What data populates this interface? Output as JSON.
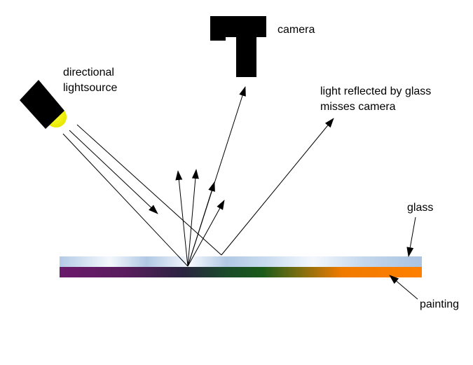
{
  "labels": {
    "light_source_line1": "directional",
    "light_source_line2": "lightsource",
    "camera": "camera",
    "reflection_line1": "light reflected by glass",
    "reflection_line2": "misses camera",
    "glass": "glass",
    "painting": "painting"
  },
  "colors": {
    "glass_edge": "#b0c8e4",
    "glass_center": "#f4f8fd",
    "painting_purple": "#6a1a6a",
    "painting_dark": "#2a2440",
    "painting_green": "#1a5a1a",
    "painting_orange": "#ff8000",
    "lamp_glow": "#f0f000",
    "ink": "#000000"
  }
}
